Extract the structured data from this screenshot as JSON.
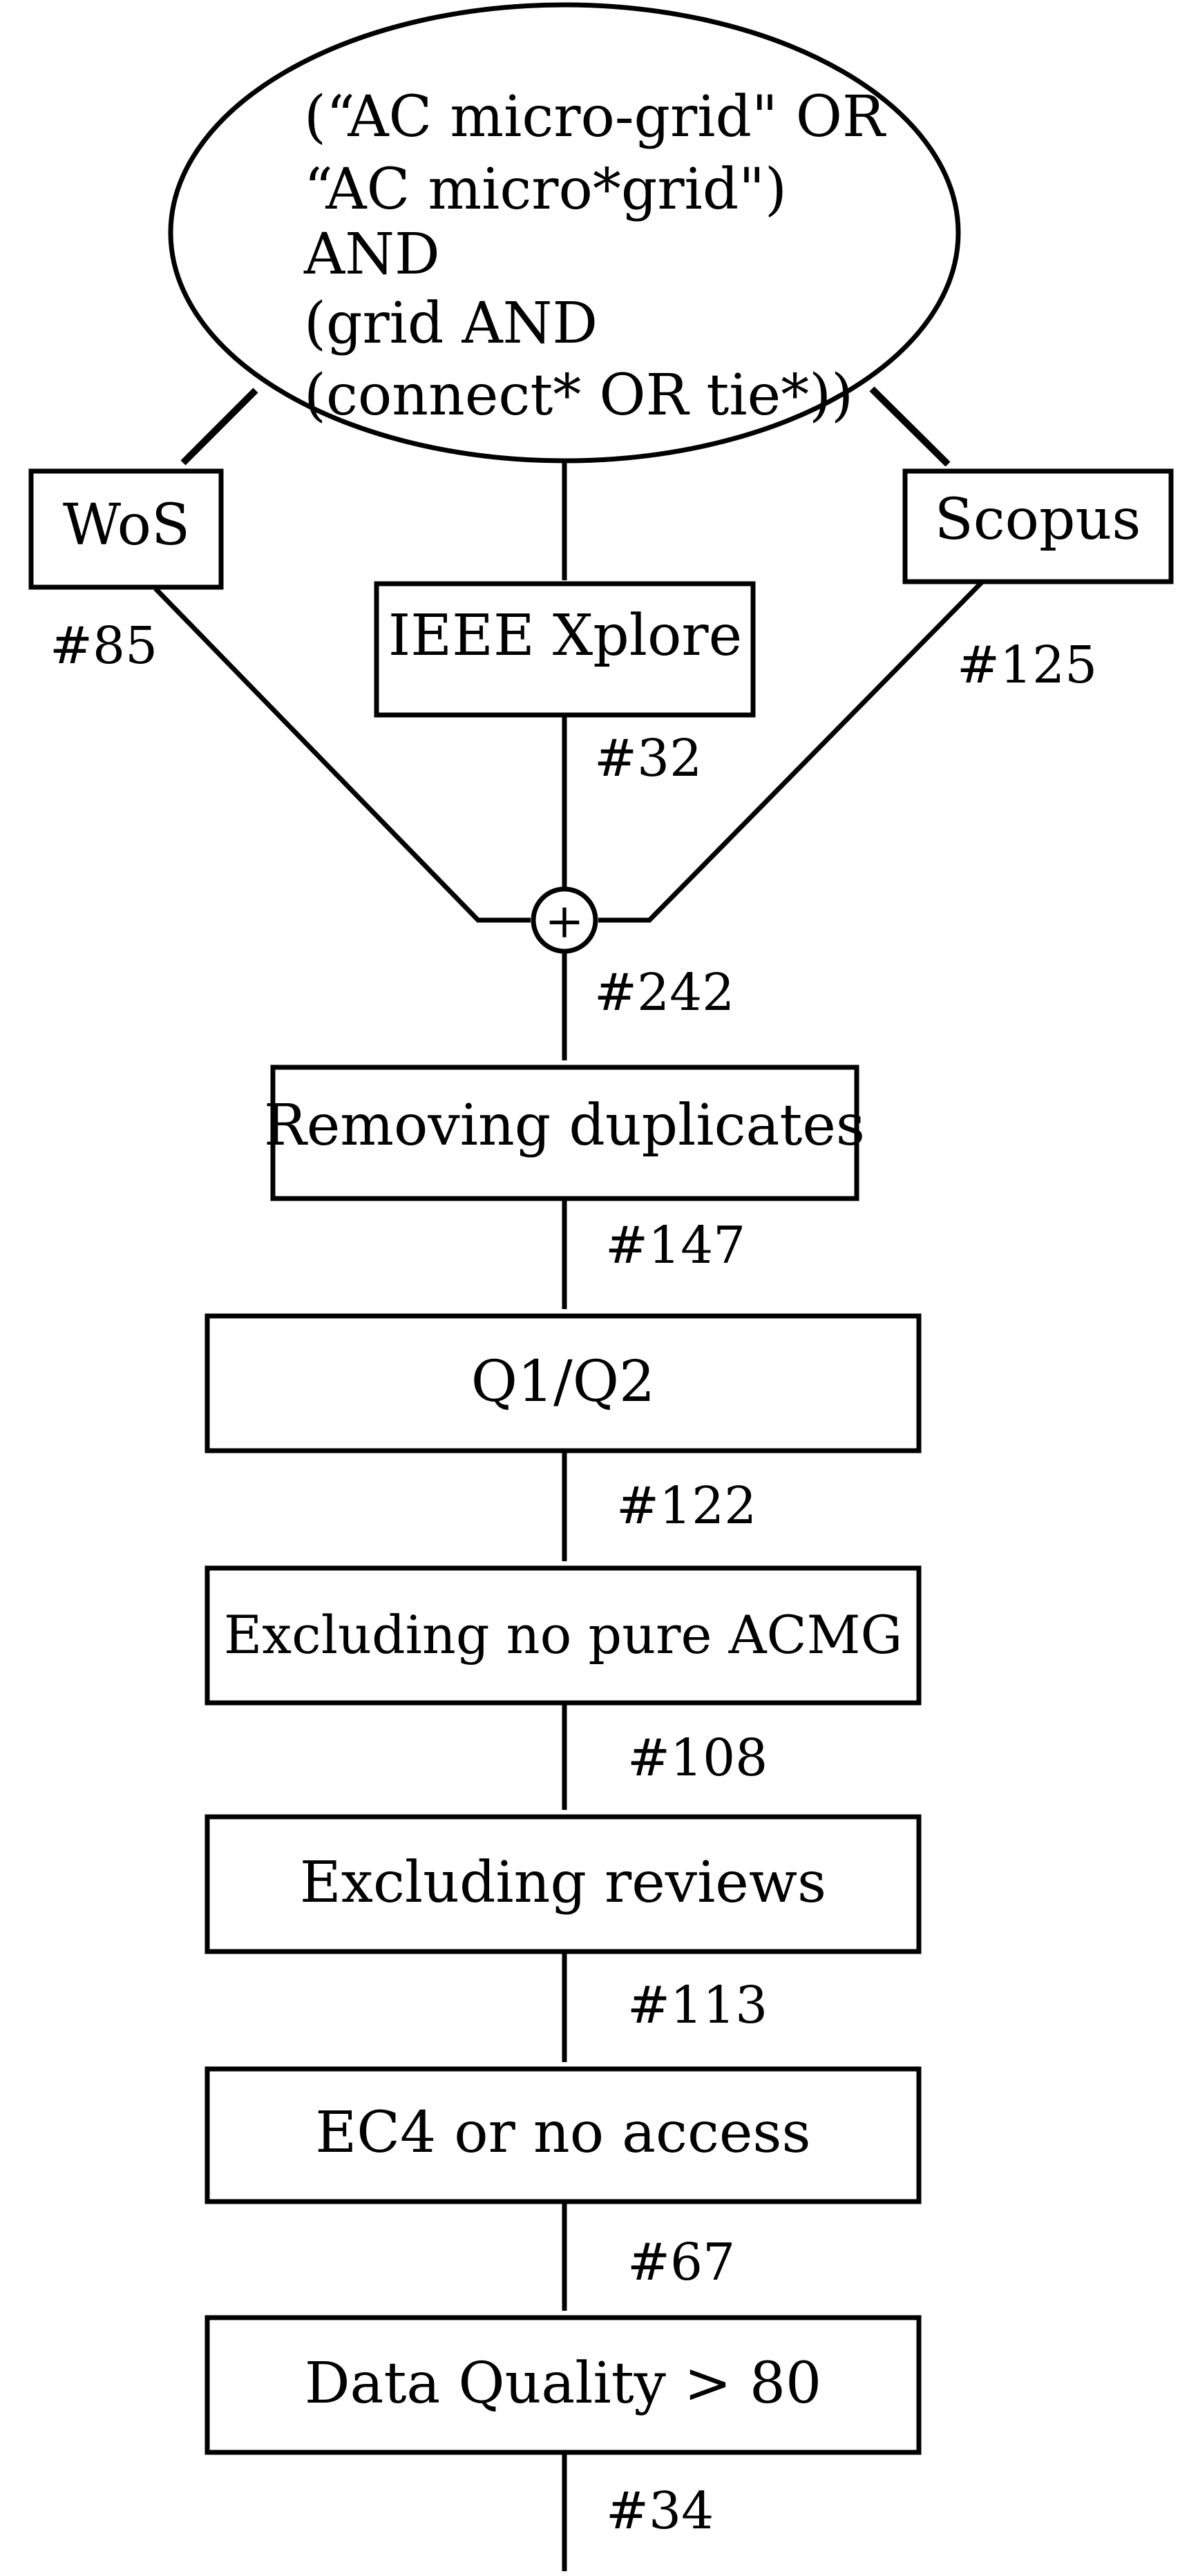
{
  "query": {
    "lines": [
      "(“AC micro-grid\" OR",
      "“AC micro*grid\")",
      "AND",
      "(grid AND",
      "(connect* OR tie*))"
    ]
  },
  "sources": {
    "wos": {
      "label": "WoS",
      "count": "#85"
    },
    "ieee": {
      "label": "IEEE Xplore",
      "count": "#32"
    },
    "scopus": {
      "label": "Scopus",
      "count": "#125"
    }
  },
  "merge": {
    "symbol": "+",
    "count": "#242"
  },
  "steps": [
    {
      "label": "Removing duplicates",
      "count": "#147"
    },
    {
      "label": "Q1/Q2",
      "count": "#122"
    },
    {
      "label": "Excluding no pure ACMG",
      "count": "#108"
    },
    {
      "label": "Excluding reviews",
      "count": "#113"
    },
    {
      "label": "EC4 or no access",
      "count": "#67"
    },
    {
      "label": "Data Quality > 80",
      "count": "#34"
    }
  ]
}
